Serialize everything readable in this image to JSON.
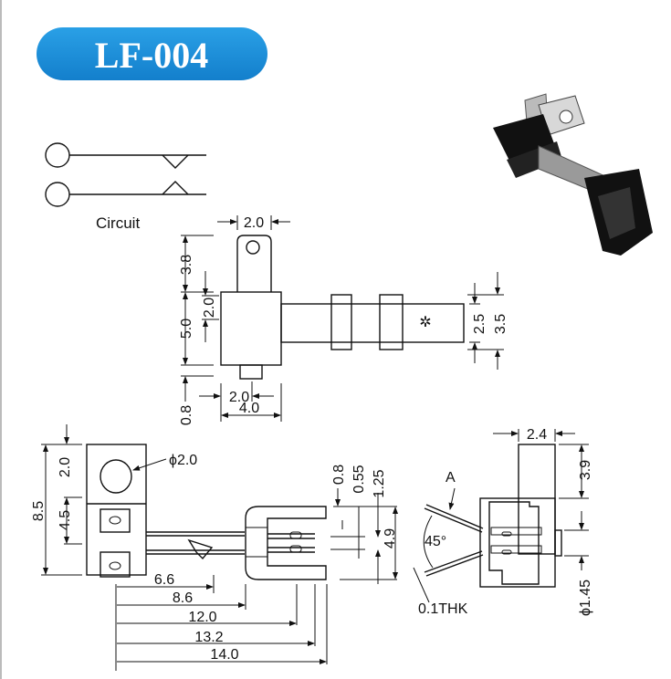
{
  "title": "LF-004",
  "colors": {
    "title_bg": "#1a8fd8",
    "line": "#111111"
  },
  "circuit": {
    "label": "Circuit"
  },
  "top_view": {
    "tab_width": "2.0",
    "tab_height": "3.8",
    "body_height": "5.0",
    "hole_offset": "2.0",
    "stub_height": "0.8",
    "stub_width": "2.0",
    "body_width": "4.0",
    "shaft_inner": "2.5",
    "shaft_outer": "3.5"
  },
  "side_view": {
    "hole_dia": "ϕ2.0",
    "height": "8.5",
    "top_section": "2.0",
    "mid_section": "4.5",
    "d1": "6.6",
    "d2": "8.6",
    "d3": "12.0",
    "d4": "13.2",
    "d5": "14.0",
    "gap": "0.8",
    "blade": "0.55",
    "pitch": "1.25",
    "conn_height": "4.9"
  },
  "end_view": {
    "width": "2.4",
    "tab_height": "3.9",
    "label_a": "A",
    "angle": "45°",
    "thickness": "0.1THK",
    "pin_dia": "ϕ1.45"
  }
}
